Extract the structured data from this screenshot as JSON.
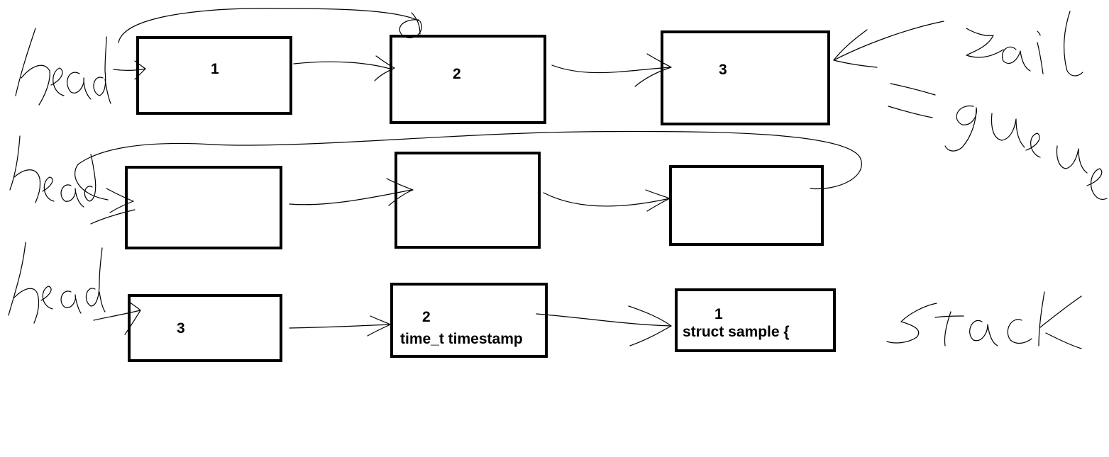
{
  "rows": [
    {
      "nodes": [
        {
          "labels": [
            "1"
          ]
        },
        {
          "labels": [
            "2"
          ]
        },
        {
          "labels": [
            "3"
          ]
        }
      ],
      "annotations": {
        "left": "head",
        "right": "tail = queue"
      }
    },
    {
      "nodes": [
        {
          "labels": []
        },
        {
          "labels": []
        },
        {
          "labels": []
        }
      ],
      "annotations": {
        "left": "head"
      }
    },
    {
      "nodes": [
        {
          "labels": [
            "3"
          ]
        },
        {
          "labels": [
            "2",
            "time_t timestamp"
          ]
        },
        {
          "labels": [
            "1",
            "struct sample {"
          ]
        }
      ],
      "annotations": {
        "left": "head",
        "right": "stack"
      }
    }
  ]
}
